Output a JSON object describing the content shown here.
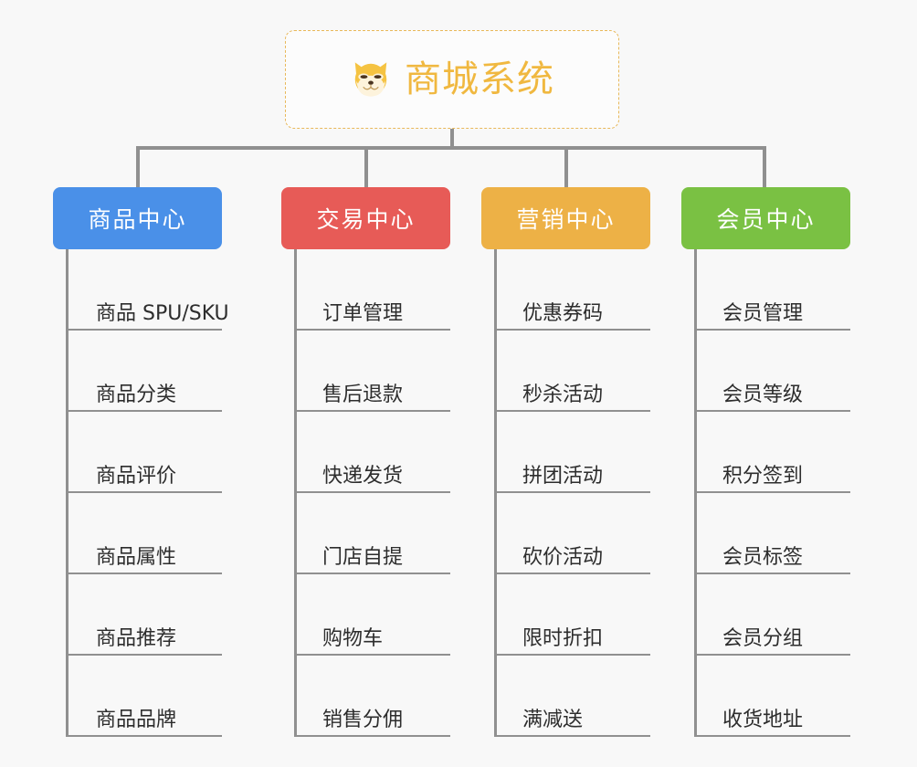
{
  "root": {
    "title": "商城系统",
    "icon": "dog-face-icon",
    "border_color": "#e8b85a",
    "text_color": "#f0b840",
    "background": "#fcfcfc"
  },
  "canvas": {
    "background": "#f8f8f8",
    "connector_color": "#909090"
  },
  "branches": [
    {
      "label": "商品中心",
      "color": "#4a90e8",
      "leaves": [
        "商品 SPU/SKU",
        "商品分类",
        "商品评价",
        "商品属性",
        "商品推荐",
        "商品品牌"
      ]
    },
    {
      "label": "交易中心",
      "color": "#e75b57",
      "leaves": [
        "订单管理",
        "售后退款",
        "快递发货",
        "门店自提",
        "购物车",
        "销售分佣"
      ]
    },
    {
      "label": "营销中心",
      "color": "#edb146",
      "leaves": [
        "优惠券码",
        "秒杀活动",
        "拼团活动",
        "砍价活动",
        "限时折扣",
        "满减送"
      ]
    },
    {
      "label": "会员中心",
      "color": "#7ac143",
      "leaves": [
        "会员管理",
        "会员等级",
        "积分签到",
        "会员标签",
        "会员分组",
        "收货地址"
      ]
    }
  ]
}
